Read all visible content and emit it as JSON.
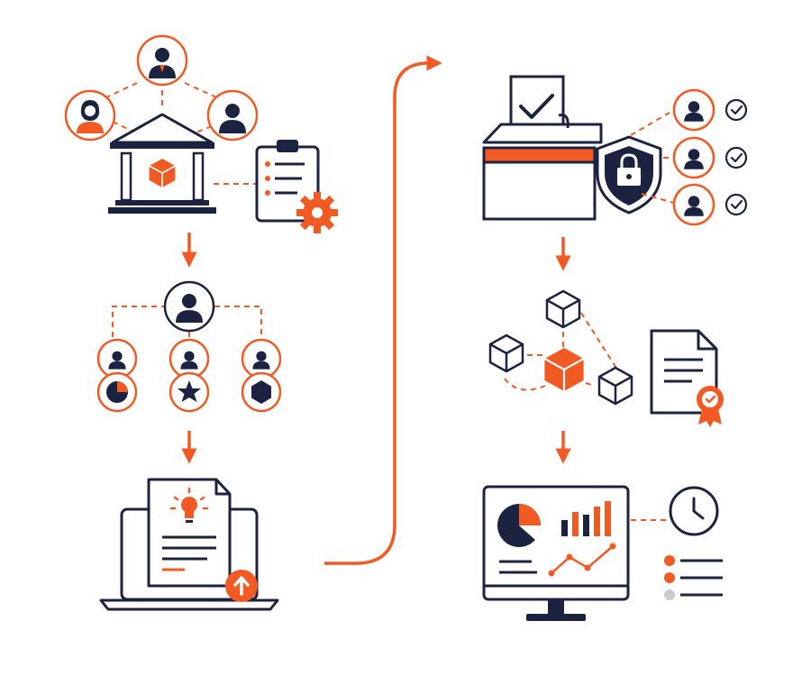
{
  "colors": {
    "navy": "#1b2340",
    "orange": "#f15a22",
    "grey": "#c8cacf",
    "background": "#ffffff"
  },
  "workflow": {
    "left_column": [
      {
        "step": "governance",
        "icons": [
          "institution-icon",
          "person-icon",
          "document-settings-icon"
        ]
      },
      {
        "step": "team-roles",
        "icons": [
          "person-icon",
          "pie-chart-icon",
          "star-icon",
          "hexagon-icon"
        ]
      },
      {
        "step": "submission",
        "icons": [
          "laptop-icon",
          "document-icon",
          "lightbulb-icon",
          "upload-icon"
        ]
      }
    ],
    "right_column": [
      {
        "step": "secure-voting",
        "icons": [
          "ballot-box-icon",
          "shield-lock-icon",
          "person-icon",
          "check-icon"
        ]
      },
      {
        "step": "blockchain-record",
        "icons": [
          "cube-icon",
          "certificate-icon"
        ]
      },
      {
        "step": "results-dashboard",
        "icons": [
          "monitor-icon",
          "pie-chart-icon",
          "bar-chart-icon",
          "line-chart-icon",
          "clock-icon",
          "list-icon"
        ]
      }
    ]
  }
}
